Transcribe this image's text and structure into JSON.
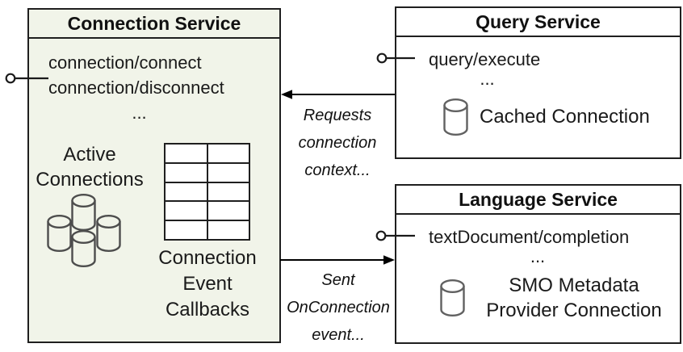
{
  "colors": {
    "connection_box_fill": "#f1f4e9",
    "service_box_fill": "#ffffff",
    "border": "#1f1f1f",
    "cylinder_cluster_stroke": "#4d4d4d",
    "cylinder_stroke": "#616161",
    "arrow": "#000000"
  },
  "connection_service": {
    "title": "Connection Service",
    "methods": [
      "connection/connect",
      "connection/disconnect"
    ],
    "ellipsis": "...",
    "active_label": [
      "Active",
      "Connections"
    ],
    "callbacks_label": [
      "Connection",
      "Event",
      "Callbacks"
    ]
  },
  "query_service": {
    "title": "Query Service",
    "method": "query/execute",
    "ellipsis": "...",
    "cached_label": "Cached Connection"
  },
  "language_service": {
    "title": "Language Service",
    "method": "textDocument/completion",
    "ellipsis": "...",
    "provider_label": [
      "SMO Metadata",
      "Provider Connection"
    ]
  },
  "arrows": {
    "requests": {
      "from": "Query Service",
      "to": "Connection Service",
      "label": [
        "Requests",
        "connection",
        "context..."
      ]
    },
    "sent": {
      "from": "Connection Service",
      "to": "Language Service",
      "label": [
        "Sent",
        "OnConnection",
        "event..."
      ]
    }
  },
  "icons": {
    "connection_interface": "interface-connector-icon",
    "query_interface": "interface-connector-icon",
    "language_interface": "interface-connector-icon",
    "active_connections": "database-cluster-icon",
    "callbacks_table": "table-grid-icon",
    "cached_connection": "database-icon",
    "provider_connection": "database-icon"
  }
}
